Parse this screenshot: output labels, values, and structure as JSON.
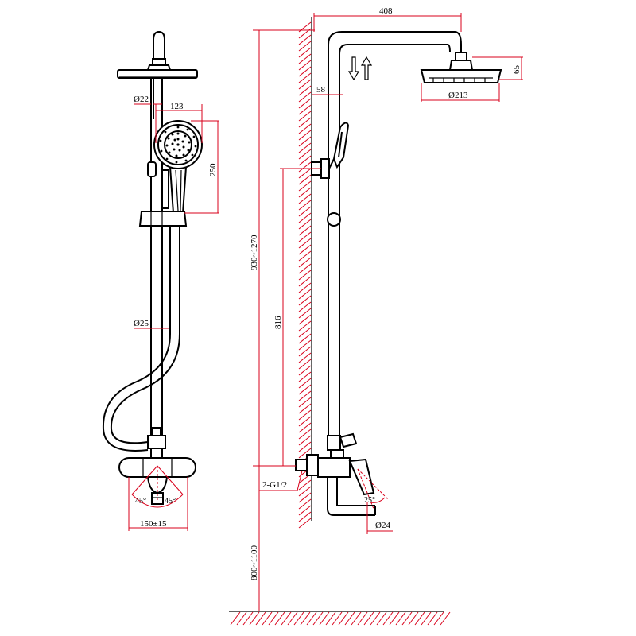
{
  "dimensions": {
    "top_arm_width": "408",
    "head_height": "65",
    "wall_offset": "58",
    "head_diameter": "Ø213",
    "hose_diameter": "Ø22",
    "handshower_width": "123",
    "handshower_length": "250",
    "riser_height": "930~1270",
    "inlet_to_bracket": "816",
    "riser_diameter": "Ø25",
    "inlet_thread": "2-G1/2",
    "spout_diameter": "Ø24",
    "mixer_angle": "25°",
    "handle_angle_left": "45°",
    "handle_angle_right": "45°",
    "inlet_spacing": "150±15",
    "mounting_height": "800~1100"
  },
  "colors": {
    "dimension_lines": "#d9001b",
    "outline": "#000000"
  }
}
